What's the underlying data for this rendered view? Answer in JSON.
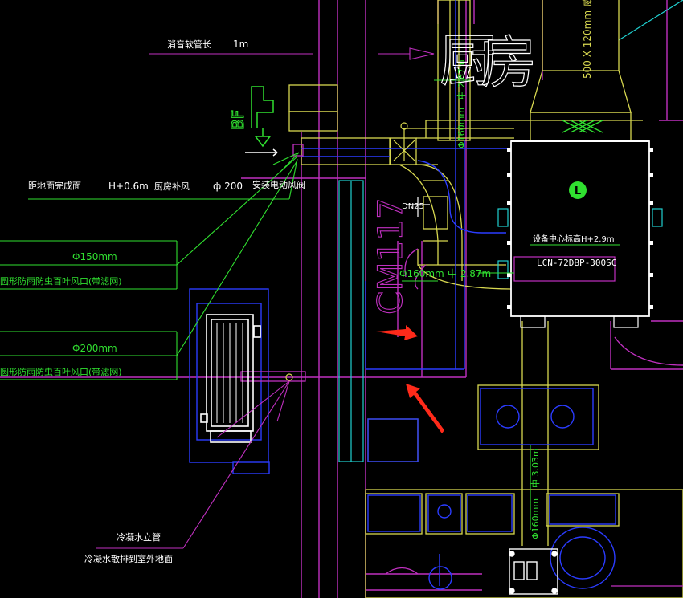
{
  "drawing": {
    "colors": {
      "background": "#000000",
      "wall_magenta": "#c030c0",
      "duct_yellow": "#d8d850",
      "leader_green": "#30e030",
      "white": "#ffffff",
      "pipe_blue": "#2b3cff",
      "cyan": "#20d0d0",
      "arrow_red": "#ff2a1a"
    },
    "labels": {
      "silencer_hose": "消音软管长",
      "silencer_len": "1m",
      "kitchen_1": "厨",
      "kitchen_2": "房",
      "duct_size": "500 X 120mm",
      "bf_mark": "BF",
      "dist_floor": "距地面完成面",
      "height_1": "H+0.6m",
      "kitchen_supply": "厨房补风",
      "dia_200_sym": "ф 200",
      "install_damper": "安装电动风阀",
      "phi150": "Φ150mm",
      "louver_1": "圆形防雨防虫百叶风口(带滤网)",
      "phi200": "Φ200mm",
      "louver_2": "圆形防雨防虫百叶风口(带滤网)",
      "phi160_v1": "Φ160mm",
      "slope_v1": "中 2.87m",
      "phi160_h": "Φ160mm",
      "slope_h": "中 2.87m",
      "dn25": "DN25",
      "unit_center_height": "设备中心标高H+2.9m",
      "unit_model": "LCN-72DBP-300SC",
      "unit_symbol": "L",
      "cm_text": "CM117",
      "phi160_v2": "Φ160mm",
      "slope_v2": "中 3.03m",
      "condensate_riser": "冷凝水立管",
      "condensate_drain": "冷凝水散排到室外地面",
      "corner_mark": "威"
    }
  }
}
